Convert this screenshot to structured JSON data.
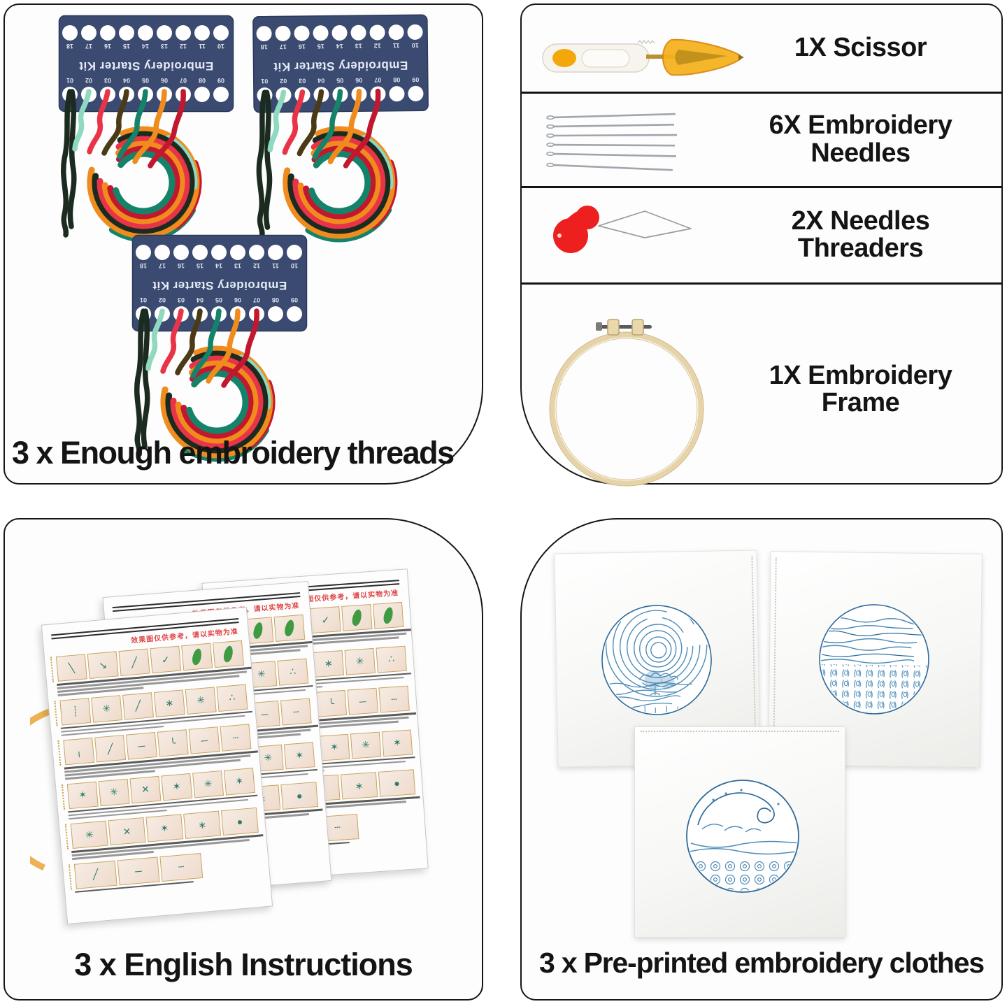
{
  "panels": {
    "threads": {
      "caption": "3 x Enough embroidery threads",
      "card_title": "Embroidery Starter Kit",
      "card_color": "#3a4a70",
      "card_count": 3,
      "top_numbers": [
        "18",
        "17",
        "16",
        "15",
        "14",
        "13",
        "12",
        "11",
        "10"
      ],
      "bottom_numbers": [
        "01",
        "02",
        "03",
        "04",
        "05",
        "06",
        "07",
        "08",
        "09"
      ],
      "thread_colors": [
        "#1c2b20",
        "#8fd9c0",
        "#e93448",
        "#4a3b16",
        "#15836a",
        "#f08c1e",
        "#c2182f"
      ]
    },
    "tools": {
      "rows": [
        {
          "label": "1X Scissor",
          "icon": "scissor-icon"
        },
        {
          "label": "6X Embroidery Needles",
          "icon": "needles-icon"
        },
        {
          "label": "2X Needles Threaders",
          "icon": "needle-threader-icon"
        },
        {
          "label": "1X Embroidery Frame",
          "icon": "embroidery-hoop-icon"
        }
      ],
      "colors": {
        "scissor_yellow": "#f3a70a",
        "scissor_cover": "#f6b11c",
        "threader_red": "#ee1f1f",
        "hoop_tan": "#e6d3a8",
        "needle_silver": "#9fa6ad"
      }
    },
    "instructions": {
      "caption": "3 x English Instructions",
      "sheet_count": 3,
      "sheet_header": "效果图仅供参考，请以实物为准",
      "steps_rows": [
        {
          "boxes": [
            "╲",
            "↘",
            "╱",
            "✓",
            "leaf",
            "leaf"
          ],
          "lines": [
            96,
            93,
            89,
            42
          ]
        },
        {
          "boxes": [
            "┊",
            "✳",
            "╱",
            "∗",
            "✳",
            "∴"
          ],
          "lines": [
            94,
            90,
            50
          ]
        },
        {
          "boxes": [
            "╷",
            "╱",
            "─",
            "╰",
            "─",
            "┄"
          ],
          "lines": [
            95,
            91,
            86,
            44
          ]
        },
        {
          "boxes": [
            "✶",
            "✳",
            "✕",
            "✶",
            "✳",
            "✶"
          ],
          "lines": [
            93,
            88,
            48
          ]
        },
        {
          "boxes": [
            "✳",
            "✕",
            "✶",
            "∗",
            "●"
          ],
          "lines": [
            94,
            87,
            40
          ]
        },
        {
          "boxes": [
            "╱",
            "─",
            "┄"
          ],
          "lines": [
            58
          ],
          "width": 62
        }
      ]
    },
    "cloths": {
      "caption": "3 x Pre-printed embroidery clothes",
      "cloth_count": 3,
      "print_blue": "#4d8cb8",
      "print_blue_dark": "#2f6a9a",
      "designs": [
        "swirl-sky-landscape",
        "wavy-sky-flower-field",
        "wave-with-flower-dots"
      ]
    }
  }
}
